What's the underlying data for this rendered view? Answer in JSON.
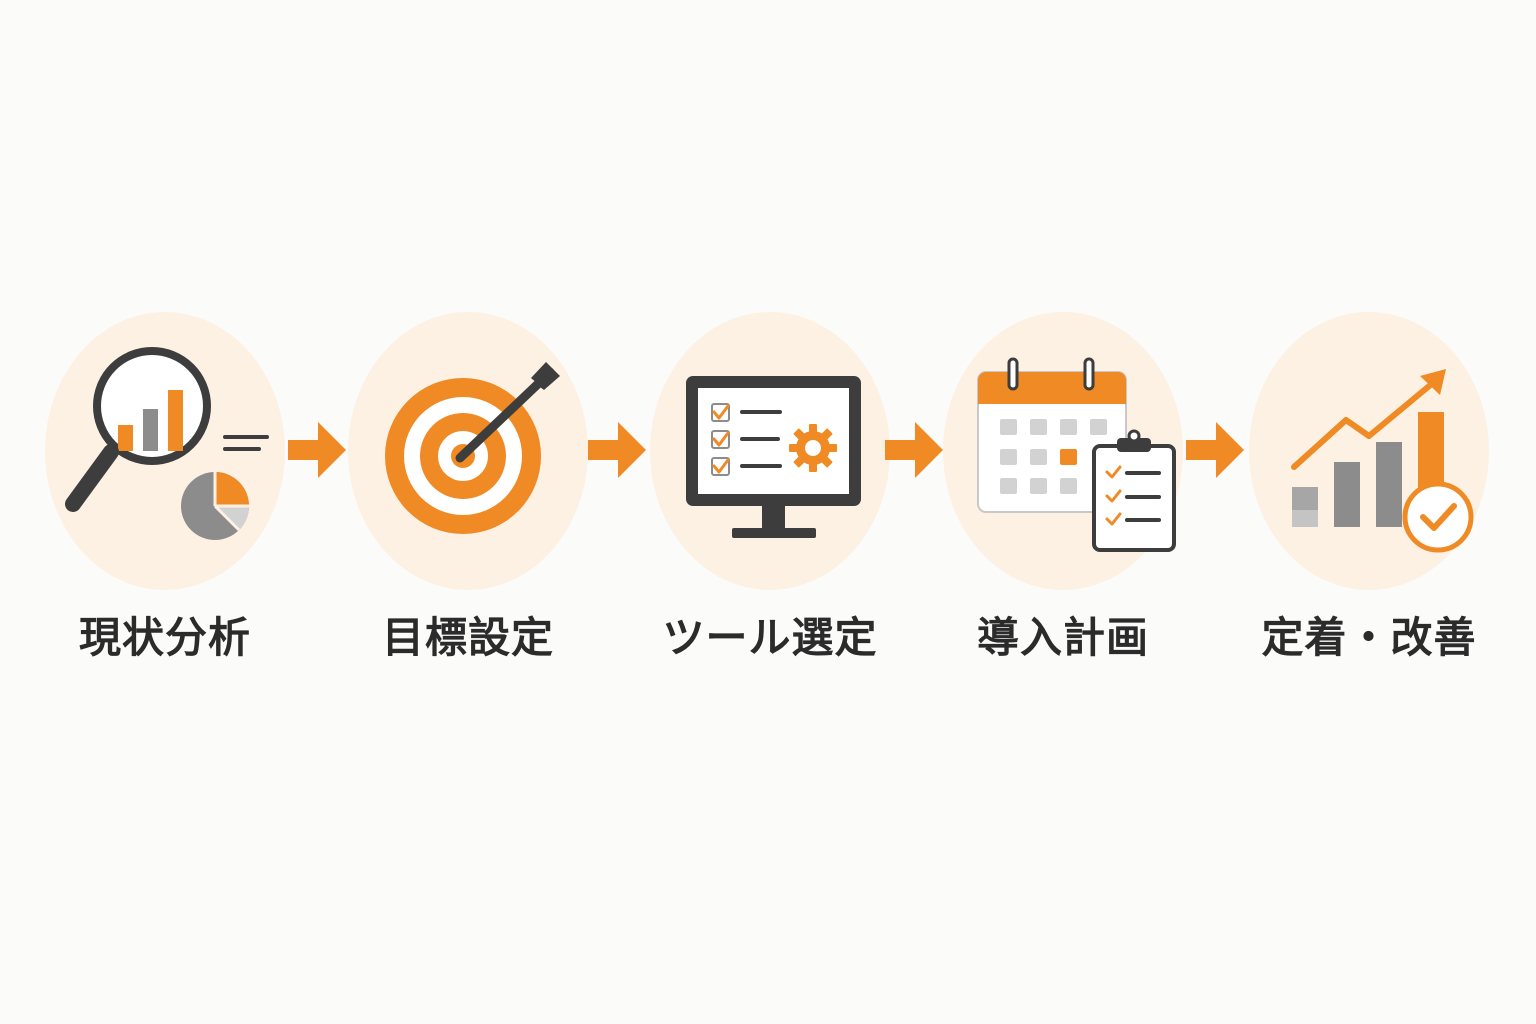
{
  "colors": {
    "accent": "#f08a24",
    "dark": "#3d3d3d",
    "gray": "#8c8c8c",
    "light_gray": "#d2d2d2",
    "bubble": "#fdf1e4"
  },
  "steps": [
    {
      "label": "現状分析",
      "icon": "magnifier-chart-icon"
    },
    {
      "label": "目標設定",
      "icon": "target-arrow-icon"
    },
    {
      "label": "ツール選定",
      "icon": "monitor-checklist-gear-icon"
    },
    {
      "label": "導入計画",
      "icon": "calendar-clipboard-icon"
    },
    {
      "label": "定着・改善",
      "icon": "growth-chart-check-icon"
    }
  ],
  "arrows": [
    {
      "icon": "arrow-right-icon"
    },
    {
      "icon": "arrow-right-icon"
    },
    {
      "icon": "arrow-right-icon"
    },
    {
      "icon": "arrow-right-icon"
    }
  ]
}
